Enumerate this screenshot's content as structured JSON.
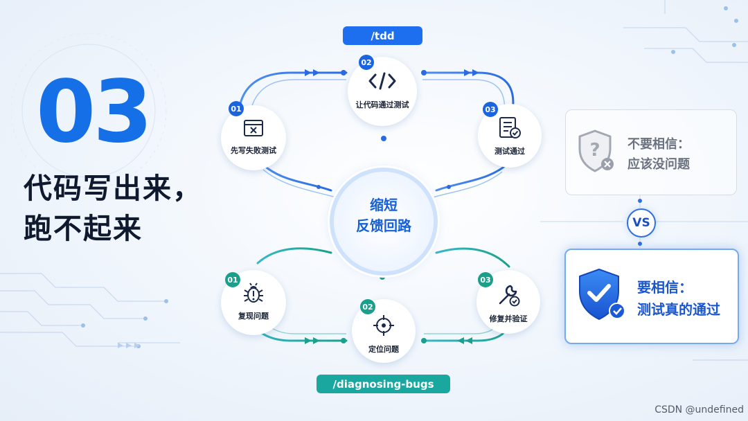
{
  "left": {
    "number": "03",
    "headline_line1": "代码写出来，",
    "headline_line2": "跑不起来"
  },
  "tdd_loop": {
    "tag": "/tdd",
    "steps": [
      {
        "badge": "01",
        "label": "先写失败测试",
        "icon": "failing-test-window-icon"
      },
      {
        "badge": "02",
        "label": "让代码通过测试",
        "icon": "code-brackets-icon"
      },
      {
        "badge": "03",
        "label": "测试通过",
        "icon": "checklist-check-icon"
      }
    ]
  },
  "center": {
    "line1": "缩短",
    "line2": "反馈回路"
  },
  "bug_loop": {
    "tag": "/diagnosing-bugs",
    "steps": [
      {
        "badge": "01",
        "label": "复现问题",
        "icon": "bug-icon"
      },
      {
        "badge": "02",
        "label": "定位问题",
        "icon": "crosshair-target-icon"
      },
      {
        "badge": "03",
        "label": "修复并验证",
        "icon": "wrench-check-icon"
      }
    ]
  },
  "comparison": {
    "dont": {
      "line1": "不要相信：",
      "line2": "应该没问题",
      "icon": "shield-question-icon"
    },
    "vs": "VS",
    "do": {
      "line1": "要相信：",
      "line2": "测试真的通过",
      "icon": "shield-check-icon"
    }
  },
  "watermark": "CSDN @undefined",
  "colors": {
    "primary_blue": "#1570e8",
    "teal": "#1aa7a0",
    "dark_text": "#0f1a2e",
    "grey_text": "#6b7280"
  }
}
